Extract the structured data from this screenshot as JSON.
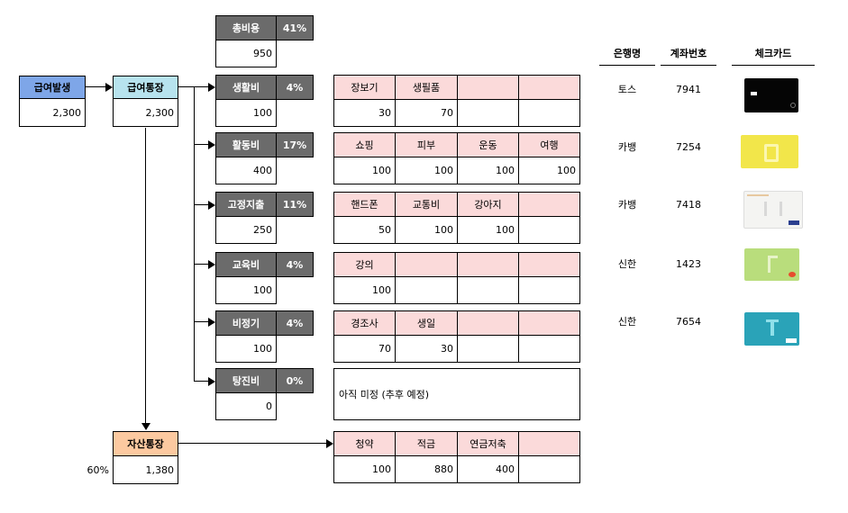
{
  "flow": {
    "salary_source": {
      "label": "급여발생",
      "amount": "2,300",
      "color": "#7ea6e8"
    },
    "salary_account": {
      "label": "급여통장",
      "amount": "2,300",
      "color": "#b7e3ee"
    },
    "asset_account": {
      "label": "자산통장",
      "amount": "1,380",
      "percent": "60%",
      "color": "#fcc9a0"
    }
  },
  "total": {
    "label": "총비용",
    "percent": "41%",
    "amount": "950"
  },
  "categories": [
    {
      "name": "생활비",
      "percent": "4%",
      "amount": "100",
      "items": [
        "장보기",
        "생필품",
        "",
        ""
      ],
      "values": [
        "30",
        "70",
        "",
        ""
      ]
    },
    {
      "name": "활동비",
      "percent": "17%",
      "amount": "400",
      "items": [
        "쇼핑",
        "피부",
        "운동",
        "여행"
      ],
      "values": [
        "100",
        "100",
        "100",
        "100"
      ]
    },
    {
      "name": "고정지출",
      "percent": "11%",
      "amount": "250",
      "items": [
        "핸드폰",
        "교통비",
        "강아지",
        ""
      ],
      "values": [
        "50",
        "100",
        "100",
        ""
      ]
    },
    {
      "name": "교육비",
      "percent": "4%",
      "amount": "100",
      "items": [
        "강의",
        "",
        "",
        ""
      ],
      "values": [
        "100",
        "",
        "",
        ""
      ]
    },
    {
      "name": "비정기",
      "percent": "4%",
      "amount": "100",
      "items": [
        "경조사",
        "생일",
        "",
        ""
      ],
      "values": [
        "70",
        "30",
        "",
        ""
      ]
    },
    {
      "name": "탕진비",
      "percent": "0%",
      "amount": "0",
      "note": "아직 미정 (추후 예정)"
    }
  ],
  "savings": {
    "items": [
      "청약",
      "적금",
      "연금저축",
      ""
    ],
    "values": [
      "100",
      "880",
      "400",
      ""
    ]
  },
  "bank_table": {
    "headers": [
      "은행명",
      "계좌번호",
      "체크카드"
    ],
    "rows": [
      {
        "bank": "토스",
        "account": "7941",
        "card": "black-card"
      },
      {
        "bank": "카뱅",
        "account": "7254",
        "card": "yellow-card"
      },
      {
        "bank": "카뱅",
        "account": "7418",
        "card": "white-m-card"
      },
      {
        "bank": "신한",
        "account": "1423",
        "card": "green-f-card"
      },
      {
        "bank": "신한",
        "account": "7654",
        "card": "teal-t-card"
      }
    ]
  }
}
